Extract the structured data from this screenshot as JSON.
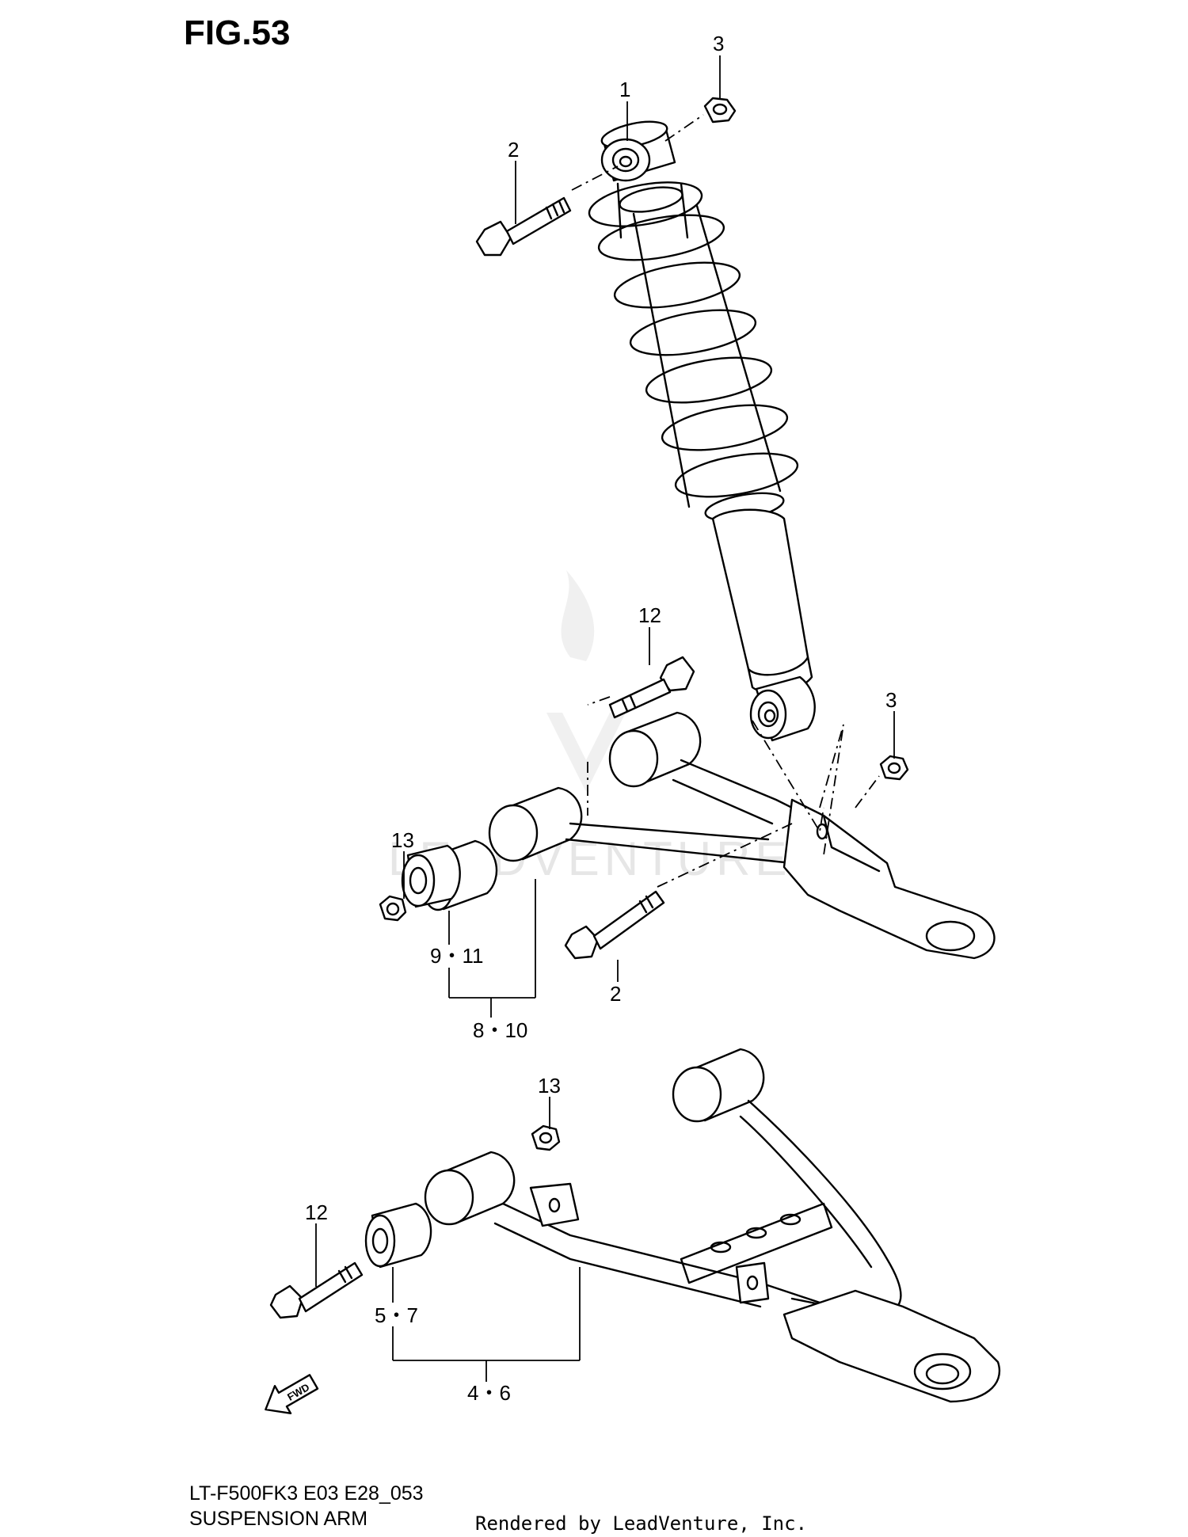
{
  "figure": {
    "title": "FIG.53",
    "model_code": "LT-F500FK3 E03 E28_053",
    "section_name": "SUSPENSION ARM",
    "credit": "Rendered by LeadVenture, Inc.",
    "watermark": "LEADVENTURE",
    "fwd_label": "FWD"
  },
  "callouts": {
    "c1": "1",
    "c2_top": "2",
    "c3_top": "3",
    "c12_mid": "12",
    "c3_mid": "3",
    "c13_mid": "13",
    "c9_11": "9・11",
    "c2_mid": "2",
    "c8_10": "8・10",
    "c13_low": "13",
    "c12_low": "12",
    "c5_7": "5・7",
    "c4_6": "4・6"
  },
  "icons": [
    "fwd-arrow-icon",
    "leadventure-flame-logo"
  ]
}
